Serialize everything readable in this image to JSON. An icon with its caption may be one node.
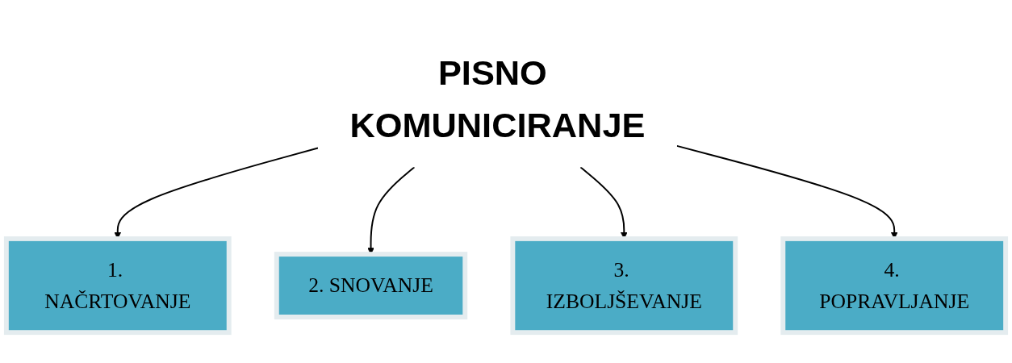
{
  "diagram": {
    "nodes": [
      {
        "text": [
          "PISNO KOMUNICIRANJE"
        ]
      },
      {
        "text": [
          "1. NAČRTOVANJE"
        ]
      },
      {
        "text": [
          "2. SNOVANJE"
        ]
      },
      {
        "text": [
          "3. IZBOLJŠEVANJE"
        ]
      },
      {
        "text": [
          "4. POPRAVLJANJE"
        ]
      }
    ],
    "edges": [
      {
        "from": 0,
        "to": 1,
        "arrow": "to"
      },
      {
        "from": 0,
        "to": 2,
        "arrow": "to"
      },
      {
        "from": 0,
        "to": 3,
        "arrow": "to"
      },
      {
        "from": 0,
        "to": 4,
        "arrow": "to"
      }
    ]
  }
}
